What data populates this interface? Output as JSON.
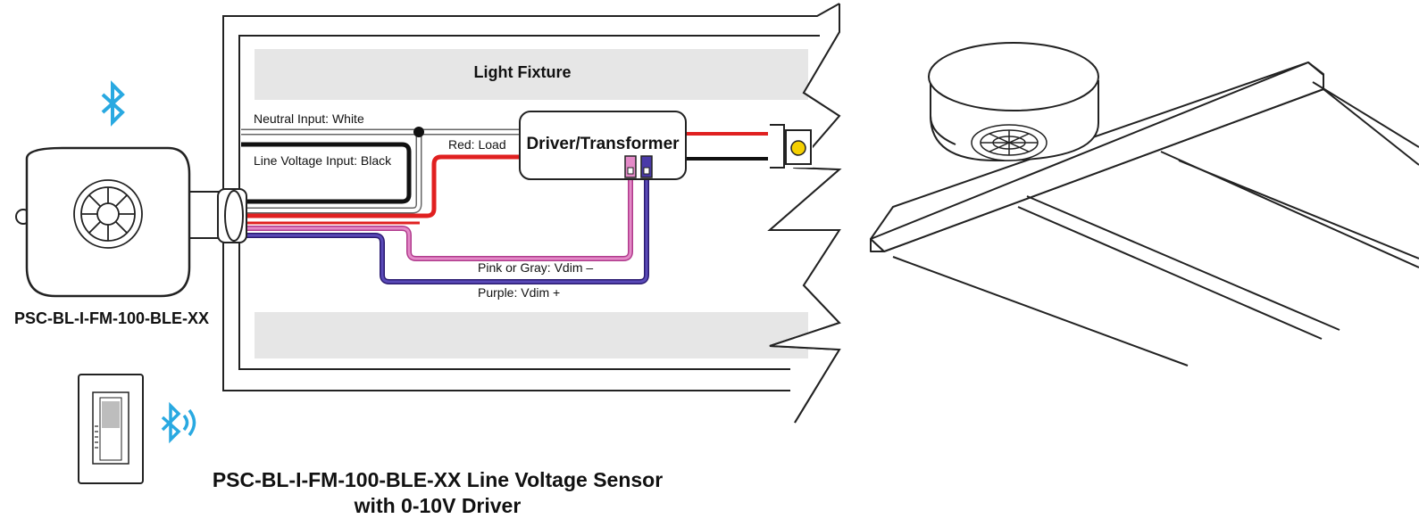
{
  "fixture": {
    "title": "Light Fixture",
    "driver_label": "Driver/Transformer"
  },
  "wires": {
    "neutral": "Neutral Input: White",
    "line": "Line Voltage Input: Black",
    "red": "Red: Load",
    "pink": "Pink or Gray: Vdim –",
    "purple": "Purple: Vdim +"
  },
  "sensor": {
    "model": "PSC-BL-I-FM-100-BLE-XX"
  },
  "footer": {
    "line1": "PSC-BL-I-FM-100-BLE-XX Line Voltage Sensor",
    "line2": "with 0-10V Driver"
  },
  "colors": {
    "bluetooth": "#29a9e1",
    "red_wire": "#e02020",
    "pink_wire": "#d050a8",
    "purple_wire": "#3c2a8c",
    "black_wire": "#111111",
    "fixture_band": "#e6e6e6",
    "led": "#f5d000"
  },
  "icons": [
    "bluetooth-icon",
    "bluetooth-signal-icon",
    "occupancy-sensor-lens-icon",
    "wall-switch-icon",
    "led-socket-icon"
  ]
}
